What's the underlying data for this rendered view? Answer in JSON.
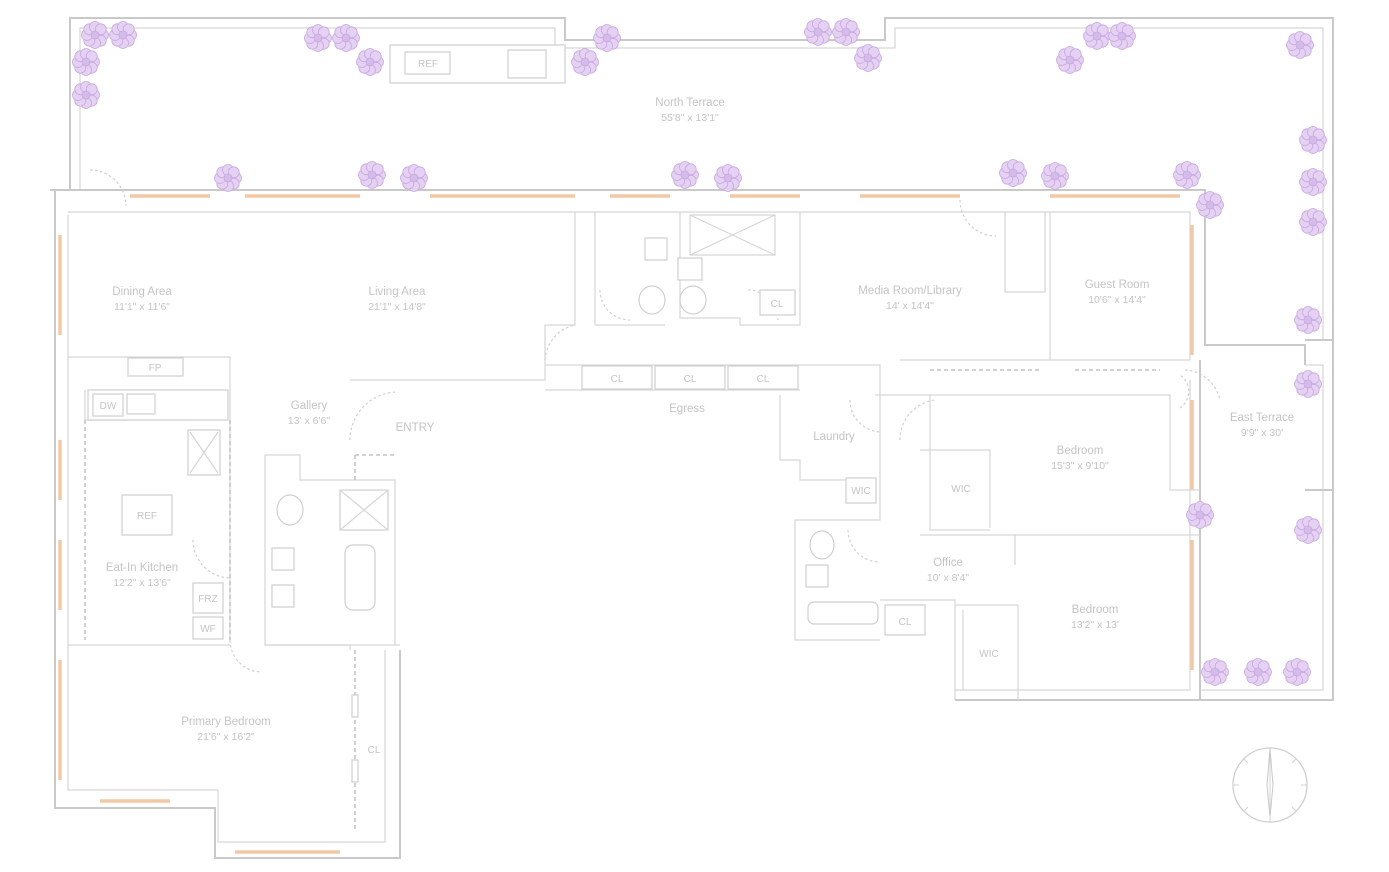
{
  "rooms": {
    "north_terrace": {
      "name": "North Terrace",
      "dim": "55'8\" x 13'1\""
    },
    "dining": {
      "name": "Dining Area",
      "dim": "11'1\" x 11'6\""
    },
    "living": {
      "name": "Living Area",
      "dim": "21'1\" x 14'8\""
    },
    "media": {
      "name": "Media Room/Library",
      "dim": "14' x 14'4\""
    },
    "guest": {
      "name": "Guest Room",
      "dim": "10'6\" x 14'4\""
    },
    "gallery": {
      "name": "Gallery",
      "dim": "13' x 6'6\""
    },
    "kitchen": {
      "name": "Eat-In Kitchen",
      "dim": "12'2\" x 13'6\""
    },
    "bedroom_a": {
      "name": "Bedroom",
      "dim": "15'3\" x 9'10\""
    },
    "east_terrace": {
      "name": "East Terrace",
      "dim": "9'9\" x 30'"
    },
    "office": {
      "name": "Office",
      "dim": "10' x 8'4\""
    },
    "bedroom_b": {
      "name": "Bedroom",
      "dim": "13'2\" x 13'"
    },
    "primary": {
      "name": "Primary Bedroom",
      "dim": "21'6\" x 16'2\""
    }
  },
  "labels": {
    "entry": "ENTRY",
    "laundry": "Laundry",
    "egress": "Egress",
    "ref_terrace": "REF",
    "ref_kitchen": "REF",
    "dw": "DW",
    "fp": "FP",
    "frz": "FRZ",
    "wf": "WF",
    "cl1": "CL",
    "cl2": "CL",
    "cl3": "CL",
    "cl_bath": "CL",
    "cl_office": "CL",
    "cl_primary": "CL",
    "wic_bed_a": "WIC",
    "wic_bed_b": "WIC",
    "wic_laundry": "WIC"
  },
  "colors": {
    "wall": "#c9c9c9",
    "window": "#f2c9a6",
    "planter": "#c8a7e2",
    "text": "#c4c4c4"
  }
}
